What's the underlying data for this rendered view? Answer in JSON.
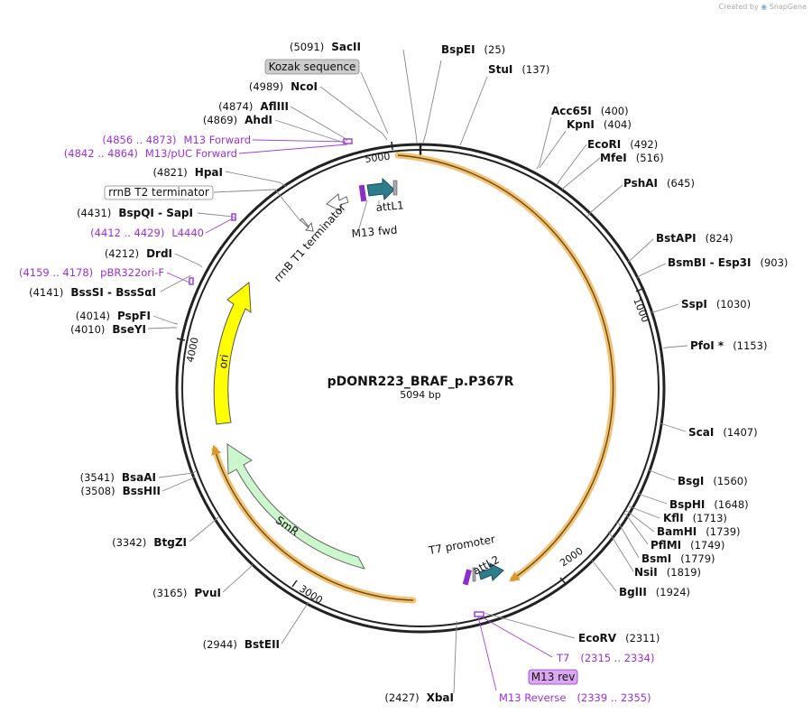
{
  "credit": {
    "prefix": "Created by",
    "brand": "SnapGene"
  },
  "plasmid": {
    "name": "pDONR223_BRAF_p.P367R",
    "length_label": "5094 bp"
  },
  "ticks": [
    "1000",
    "2000",
    "3000",
    "4000",
    "5000"
  ],
  "sites": [
    {
      "id": "SacII",
      "name": "SacII",
      "pos": "(5091)"
    },
    {
      "id": "BspEI",
      "name": "BspEI",
      "pos": "(25)"
    },
    {
      "id": "StuI",
      "name": "StuI",
      "pos": "(137)"
    },
    {
      "id": "Acc65I",
      "name": "Acc65I",
      "pos": "(400)"
    },
    {
      "id": "KpnI",
      "name": "KpnI",
      "pos": "(404)"
    },
    {
      "id": "EcoRI",
      "name": "EcoRI",
      "pos": "(492)"
    },
    {
      "id": "MfeI",
      "name": "MfeI",
      "pos": "(516)"
    },
    {
      "id": "PshAI",
      "name": "PshAI",
      "pos": "(645)"
    },
    {
      "id": "BstAPI",
      "name": "BstAPI",
      "pos": "(824)"
    },
    {
      "id": "BsmBI",
      "name": "BsmBI  - Esp3I",
      "pos": "(903)"
    },
    {
      "id": "SspI",
      "name": "SspI",
      "pos": "(1030)"
    },
    {
      "id": "PfoI",
      "name": "PfoI *",
      "pos": "(1153)"
    },
    {
      "id": "ScaI",
      "name": "ScaI",
      "pos": "(1407)"
    },
    {
      "id": "BsgI",
      "name": "BsgI",
      "pos": "(1560)"
    },
    {
      "id": "BspHI",
      "name": "BspHI",
      "pos": "(1648)"
    },
    {
      "id": "KflI",
      "name": "KflI",
      "pos": "(1713)"
    },
    {
      "id": "BamHI",
      "name": "BamHI",
      "pos": "(1739)"
    },
    {
      "id": "PflMI",
      "name": "PflMI",
      "pos": "(1749)"
    },
    {
      "id": "BsmI",
      "name": "BsmI",
      "pos": "(1779)"
    },
    {
      "id": "NsiI",
      "name": "NsiI",
      "pos": "(1819)"
    },
    {
      "id": "BglII",
      "name": "BglII",
      "pos": "(1924)"
    },
    {
      "id": "EcoRV",
      "name": "EcoRV",
      "pos": "(2311)"
    },
    {
      "id": "XbaI",
      "name": "XbaI",
      "pos": "(2427)"
    },
    {
      "id": "BstEII",
      "name": "BstEII",
      "pos": "(2944)"
    },
    {
      "id": "PvuI",
      "name": "PvuI",
      "pos": "(3165)"
    },
    {
      "id": "BtgZI",
      "name": "BtgZI",
      "pos": "(3342)"
    },
    {
      "id": "BssHII",
      "name": "BssHII",
      "pos": "(3508)"
    },
    {
      "id": "BsaAI",
      "name": "BsaAI",
      "pos": "(3541)"
    },
    {
      "id": "BseYI",
      "name": "BseYI",
      "pos": "(4010)"
    },
    {
      "id": "PspFI",
      "name": "PspFI",
      "pos": "(4014)"
    },
    {
      "id": "BssSI",
      "name": "BssSI  - BssSαI",
      "pos": "(4141)"
    },
    {
      "id": "DrdI",
      "name": "DrdI",
      "pos": "(4212)"
    },
    {
      "id": "BspQI",
      "name": "BspQI  - SapI",
      "pos": "(4431)"
    },
    {
      "id": "HpaI",
      "name": "HpaI",
      "pos": "(4821)"
    },
    {
      "id": "AhdI",
      "name": "AhdI",
      "pos": "(4869)"
    },
    {
      "id": "AflIII",
      "name": "AflIII",
      "pos": "(4874)"
    },
    {
      "id": "NcoI",
      "name": "NcoI",
      "pos": "(4989)"
    }
  ],
  "primers": [
    {
      "id": "M13Forward",
      "range": "(4856 .. 4873)",
      "name": "M13 Forward"
    },
    {
      "id": "M13pUC",
      "range": "(4842 .. 4864)",
      "name": "M13/pUC Forward"
    },
    {
      "id": "L4440",
      "range": "(4412 .. 4429)",
      "name": "L4440"
    },
    {
      "id": "pBR322ori",
      "range": "(4159 .. 4178)",
      "name": "pBR322ori-F"
    },
    {
      "id": "T7",
      "name": "T7",
      "range": "(2315 .. 2334)"
    },
    {
      "id": "M13Reverse",
      "name": "M13 Reverse",
      "range": "(2339 .. 2355)"
    }
  ],
  "boxed_labels": {
    "kozak": "Kozak sequence",
    "rrnb_t2": "rrnB T2 terminator",
    "m13rev": "M13 rev"
  },
  "features": {
    "rrnb_t1": "rrnB T1 terminator",
    "attl1": "attL1",
    "m13fwd": "M13 fwd",
    "t7promoter": "T7 promoter",
    "attl2": "attL2",
    "ori": "ori",
    "smr": "SmR"
  },
  "colors": {
    "backbone": "#222222",
    "insert_arc": "#f3c173",
    "ori": "#ffff00",
    "smr": "#ccf7cc",
    "att": "#2e7d8c",
    "primer": "#9b30d9",
    "m13rev_box": "#d9a8f0",
    "kozak_box": "#cccccc"
  }
}
